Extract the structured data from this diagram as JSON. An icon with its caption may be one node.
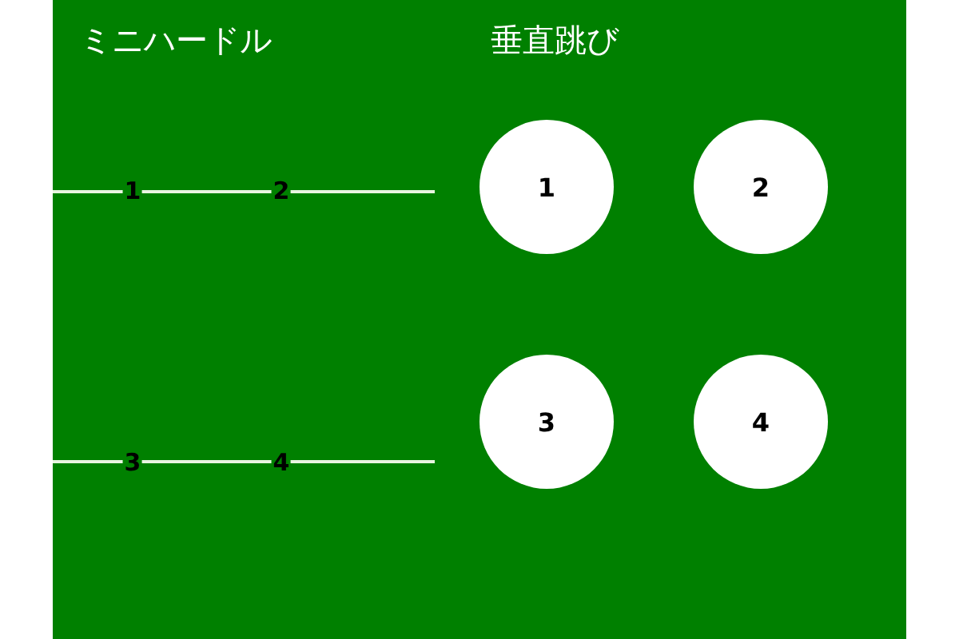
{
  "diagram": {
    "nodes": [
      {
        "text": [
          "1"
        ]
      },
      {
        "text": [
          "2"
        ]
      },
      {
        "text": [
          "3"
        ]
      },
      {
        "text": [
          "4"
        ]
      }
    ],
    "labels": [
      "ミニハードル",
      "垂直跳び",
      "1",
      "2",
      "3",
      "4"
    ]
  }
}
